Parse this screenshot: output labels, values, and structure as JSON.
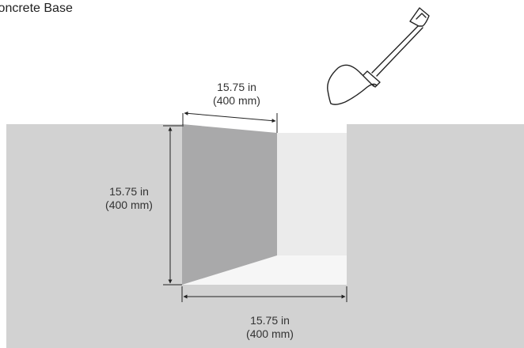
{
  "title": "Concrete Base",
  "dimensions": {
    "top": {
      "line1": "15.75 in",
      "line2": "(400 mm)"
    },
    "left": {
      "line1": "15.75 in",
      "line2": "(400 mm)"
    },
    "bottom": {
      "line1": "15.75 in",
      "line2": "(400 mm)"
    }
  },
  "icons": {
    "tool": "shovel-icon"
  },
  "colors": {
    "ground": "#d2d2d2",
    "back_wall": "#a9a9aa",
    "right_wall": "#ebebeb",
    "floor": "#f6f6f6",
    "line": "#222222"
  }
}
